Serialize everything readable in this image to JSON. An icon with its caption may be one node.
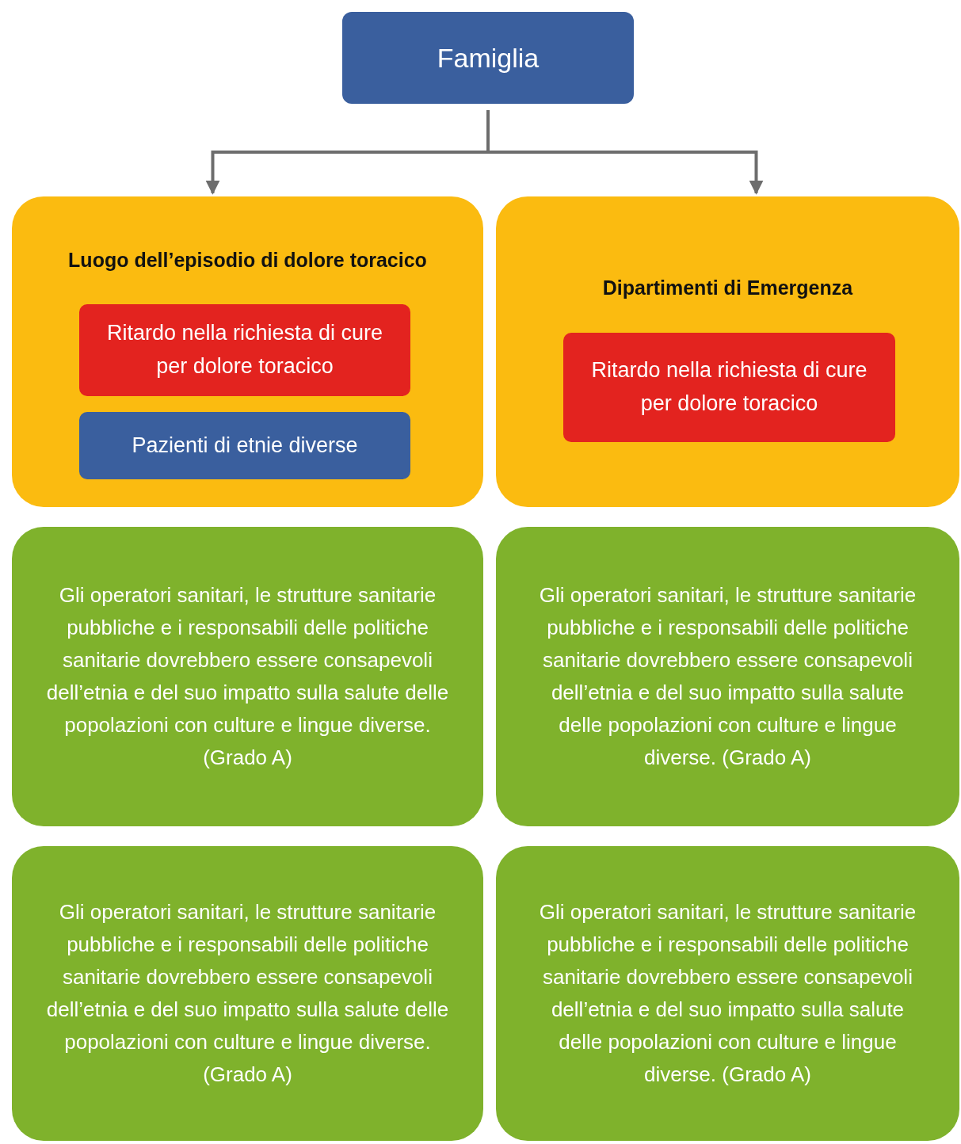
{
  "diagram": {
    "nodes": [
      {
        "text": [
          "Famiglia"
        ]
      },
      {
        "text": [
          "Luogo dell’episodio di dolore toracico"
        ]
      },
      {
        "text": [
          "Ritardo nella richiesta di cure per dolore toracico"
        ],
        "in": 1
      },
      {
        "text": [
          "Pazienti di etnie diverse"
        ],
        "in": 1
      },
      {
        "text": [
          "Dipartimenti di Emergenza"
        ]
      },
      {
        "text": [
          "Ritardo nella richiesta di cure per dolore toracico"
        ],
        "in": 4
      },
      {
        "text": [
          "Gli operatori sanitari, le strutture sanitarie pubbliche e i responsabili delle politiche sanitarie dovrebbero essere consapevoli dell’etnia e del suo impatto sulla salute delle popolazioni con culture e lingue diverse.  (Grado A)"
        ]
      },
      {
        "text": [
          "Gli operatori sanitari, le strutture sanitarie pubbliche e i responsabili delle politiche sanitarie dovrebbero essere consapevoli dell’etnia e del suo impatto sulla salute delle popolazioni con culture e lingue diverse.  (Grado A)"
        ]
      },
      {
        "text": [
          "Gli operatori sanitari, le strutture sanitarie pubbliche e i responsabili delle politiche sanitarie dovrebbero essere consapevoli dell’etnia e del suo impatto sulla salute delle popolazioni con culture e lingue diverse.  (Grado A)"
        ]
      },
      {
        "text": [
          "Gli operatori sanitari, le strutture sanitarie pubbliche e i responsabili delle politiche sanitarie dovrebbero essere consapevoli dell’etnia e del suo impatto sulla salute delle popolazioni con culture e lingue diverse.  (Grado A)"
        ]
      }
    ],
    "edges": [
      {
        "from": 0,
        "to": 1,
        "arrow": "to"
      },
      {
        "from": 0,
        "to": 4,
        "arrow": "to"
      }
    ]
  }
}
